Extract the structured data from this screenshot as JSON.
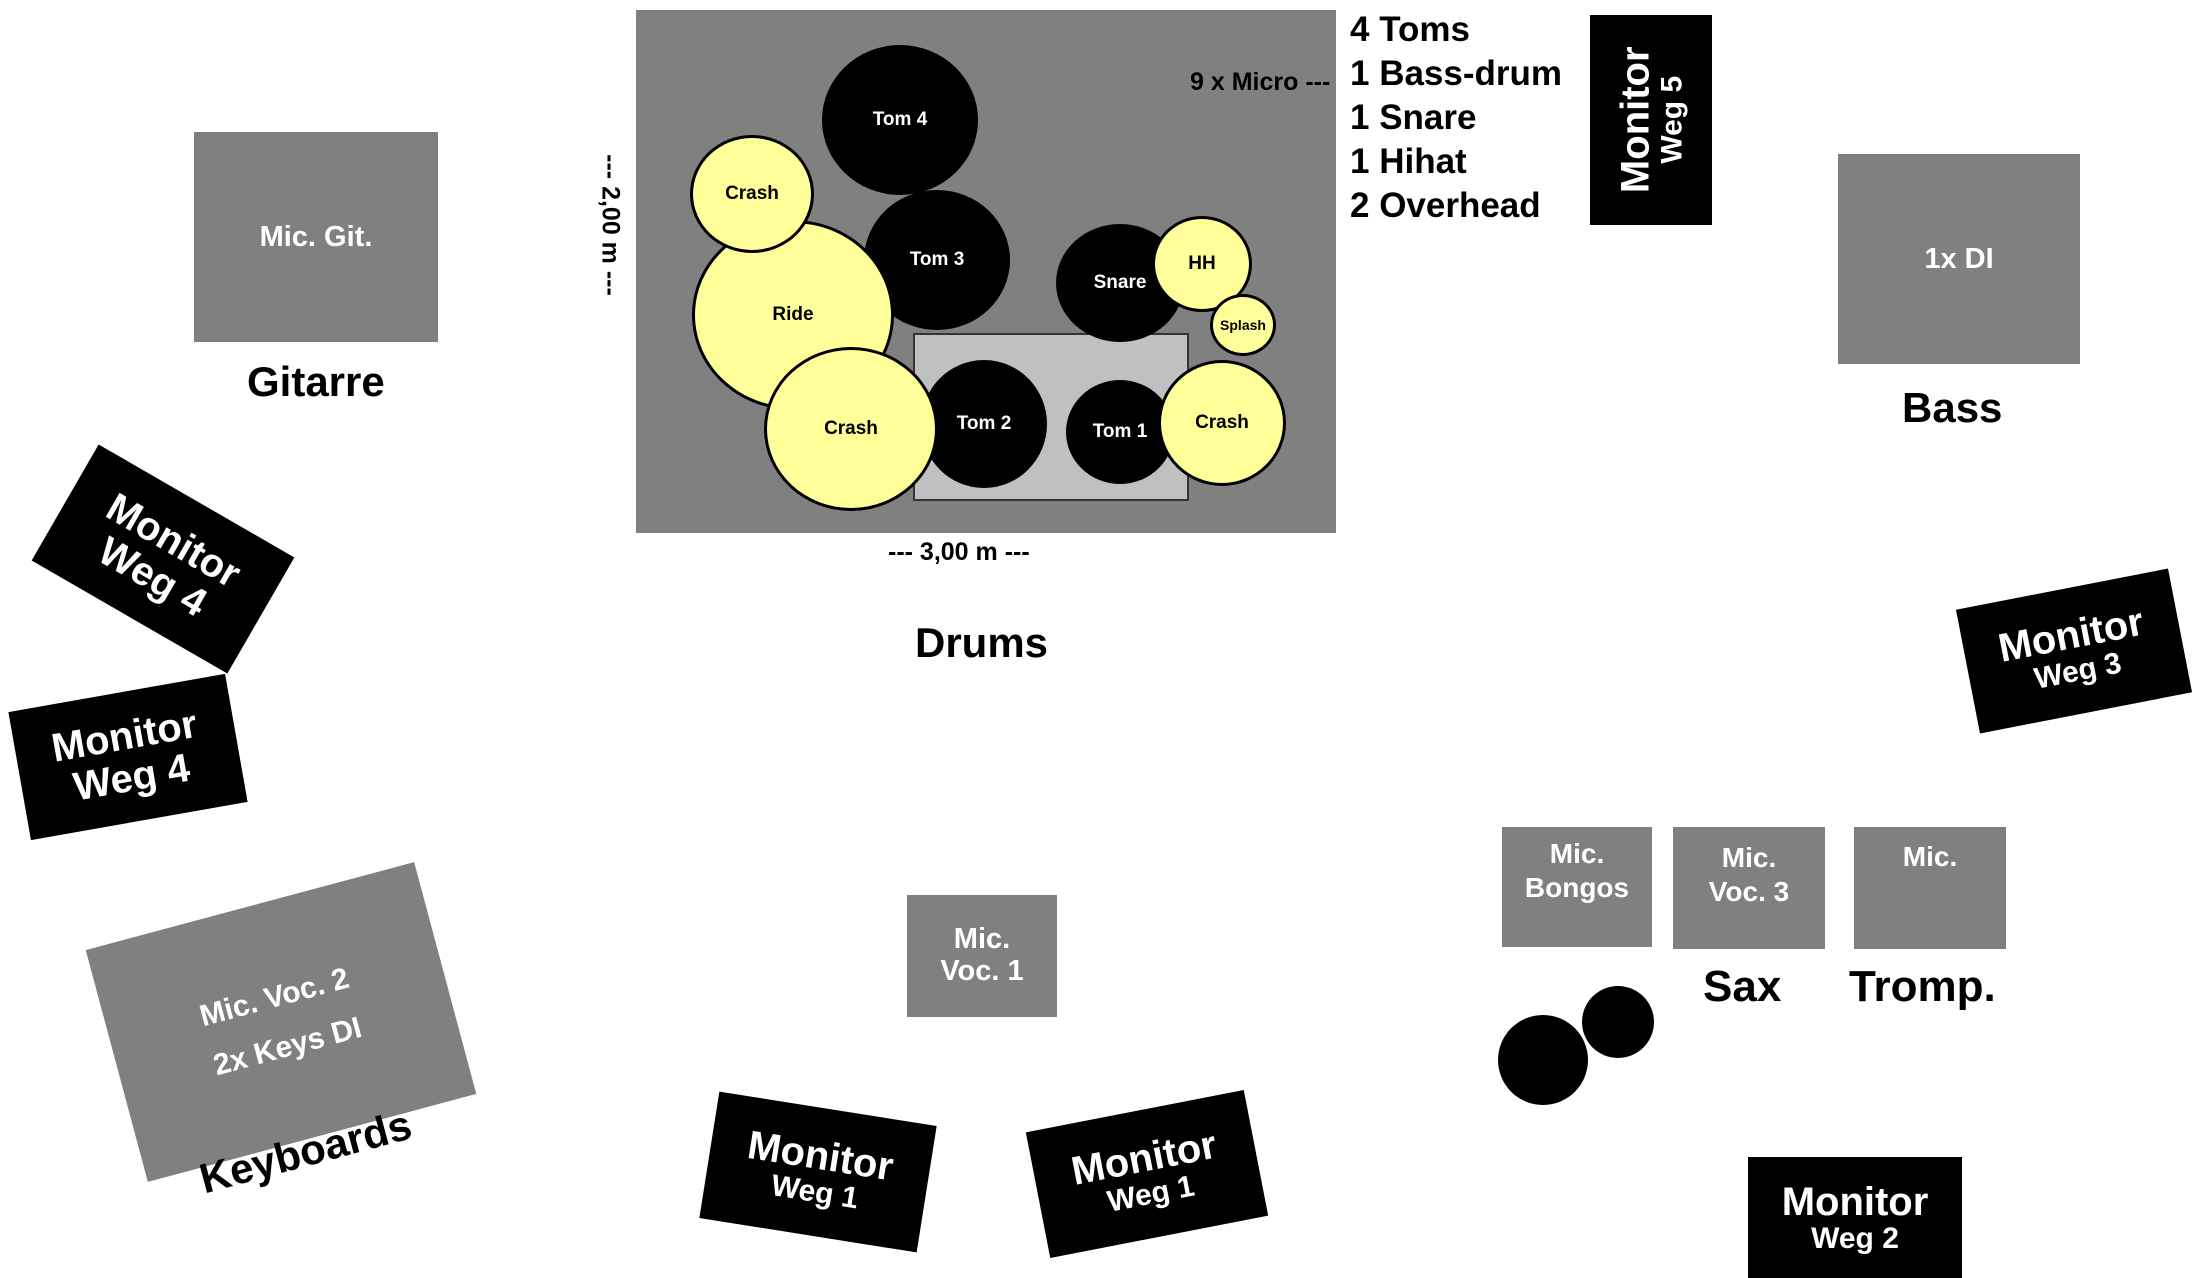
{
  "drums": {
    "label": "Drums",
    "width_label": "--- 3,00 m ---",
    "height_label": "--- 2,00 m ---",
    "pieces": {
      "tom4": "Tom 4",
      "crash1": "Crash",
      "tom3": "Tom 3",
      "ride": "Ride",
      "snare": "Snare",
      "hh": "HH",
      "splash": "Splash",
      "crash2": "Crash",
      "tom2": "Tom 2",
      "tom1": "Tom 1",
      "crash3": "Crash"
    },
    "micro_label": "9 x Micro ---",
    "mic_list": [
      "4 Toms",
      "1 Bass-drum",
      "1 Snare",
      "1 Hihat",
      "2 Overhead"
    ]
  },
  "guitar": {
    "box": "Mic. Git.",
    "label": "Gitarre"
  },
  "bass": {
    "box": "1x DI",
    "label": "Bass"
  },
  "keyboards": {
    "box_line1": "Mic. Voc. 2",
    "box_line2": "2x Keys DI",
    "label": "Keyboards"
  },
  "vocal1": {
    "line1": "Mic.",
    "line2": "Voc. 1"
  },
  "bongos": {
    "line1": "Mic.",
    "line2": "Bongos"
  },
  "sax": {
    "line1": "Mic.",
    "line2": "Voc. 3",
    "label": "Sax"
  },
  "tromp": {
    "line1": "Mic.",
    "label": "Tromp."
  },
  "monitors": {
    "weg5": {
      "title": "Monitor",
      "sub": "Weg 5"
    },
    "weg4a": {
      "title": "Monitor",
      "sub": "Weg 4"
    },
    "weg4b": {
      "title": "Monitor",
      "sub": "Weg 4"
    },
    "weg3": {
      "title": "Monitor",
      "sub": "Weg 3"
    },
    "weg1a": {
      "title": "Monitor",
      "sub": "Weg 1"
    },
    "weg1b": {
      "title": "Monitor",
      "sub": "Weg 1"
    },
    "weg2": {
      "title": "Monitor",
      "sub": "Weg 2"
    }
  }
}
